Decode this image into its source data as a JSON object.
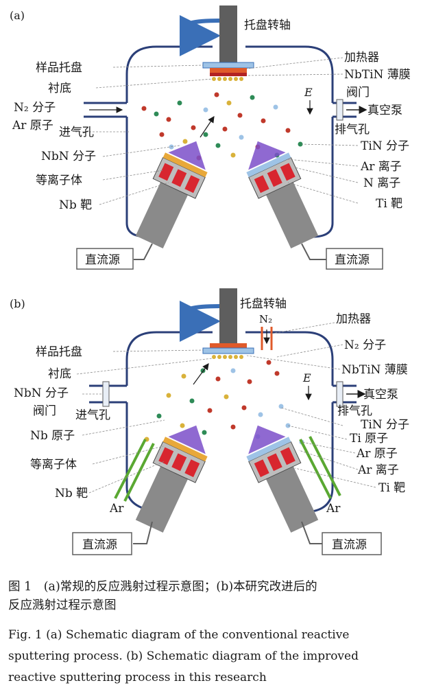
{
  "panel_a": {
    "tag": "(a)",
    "labels": {
      "axis": "托盘转轴",
      "heater": "加热器",
      "film": "NbTiN 薄膜",
      "holder": "样品托盘",
      "substrate": "衬底",
      "valve": "阀门",
      "n2_molecule": "N₂ 分子",
      "ar_atom": "Ar 原子",
      "vacuum_pump": "真空泵",
      "gas_inlet": "进气孔",
      "exhaust": "排气孔",
      "tin_molecule": "TiN 分子",
      "nbn_molecule": "NbN 分子",
      "ar_ion": "Ar 离子",
      "plasma": "等离子体",
      "n_ion": "N 离子",
      "nb_target": "Nb 靶",
      "ti_target": "Ti 靶",
      "dc_left": "直流源",
      "dc_right": "直流源",
      "field": "E"
    }
  },
  "panel_b": {
    "tag": "(b)",
    "labels": {
      "axis": "托盘转轴",
      "n2_tube": "N₂",
      "heater": "加热器",
      "n2_molecule": "N₂ 分子",
      "holder": "样品托盘",
      "film": "NbTiN 薄膜",
      "substrate": "衬底",
      "nbn_molecule": "NbN 分子",
      "vacuum_pump": "真空泵",
      "valve": "阀门",
      "gas_inlet": "进气孔",
      "exhaust": "排气孔",
      "tin_molecule": "TiN 分子",
      "nb_atom": "Nb 原子",
      "ti_atom": "Ti 原子",
      "ar_atom": "Ar 原子",
      "plasma": "等离子体",
      "ar_ion": "Ar 离子",
      "nb_target": "Nb 靶",
      "ti_target": "Ti 靶",
      "ar_left": "Ar",
      "ar_right": "Ar",
      "dc_left": "直流源",
      "dc_right": "直流源",
      "field": "E"
    }
  },
  "caption": {
    "zh_line1": "图 1　(a)常规的反应溅射过程示意图；(b)本研究改进后的",
    "zh_line2": "反应溅射过程示意图",
    "en_line1": "Fig. 1 (a) Schematic diagram of the conventional reactive",
    "en_line2": "sputtering process. (b) Schematic diagram of the improved",
    "en_line3": "reactive sputtering process in this research"
  },
  "colors": {
    "chamber": "#2b3f78",
    "shaft": "#5e5e5e",
    "heater": "#e05a2a",
    "holder_plate": "#9ec3e6",
    "target_red": "#d8262f",
    "plasma": "#7b4fc9",
    "ar_tube": "#5aa832",
    "rotate_arrow": "#3a6fb7"
  }
}
